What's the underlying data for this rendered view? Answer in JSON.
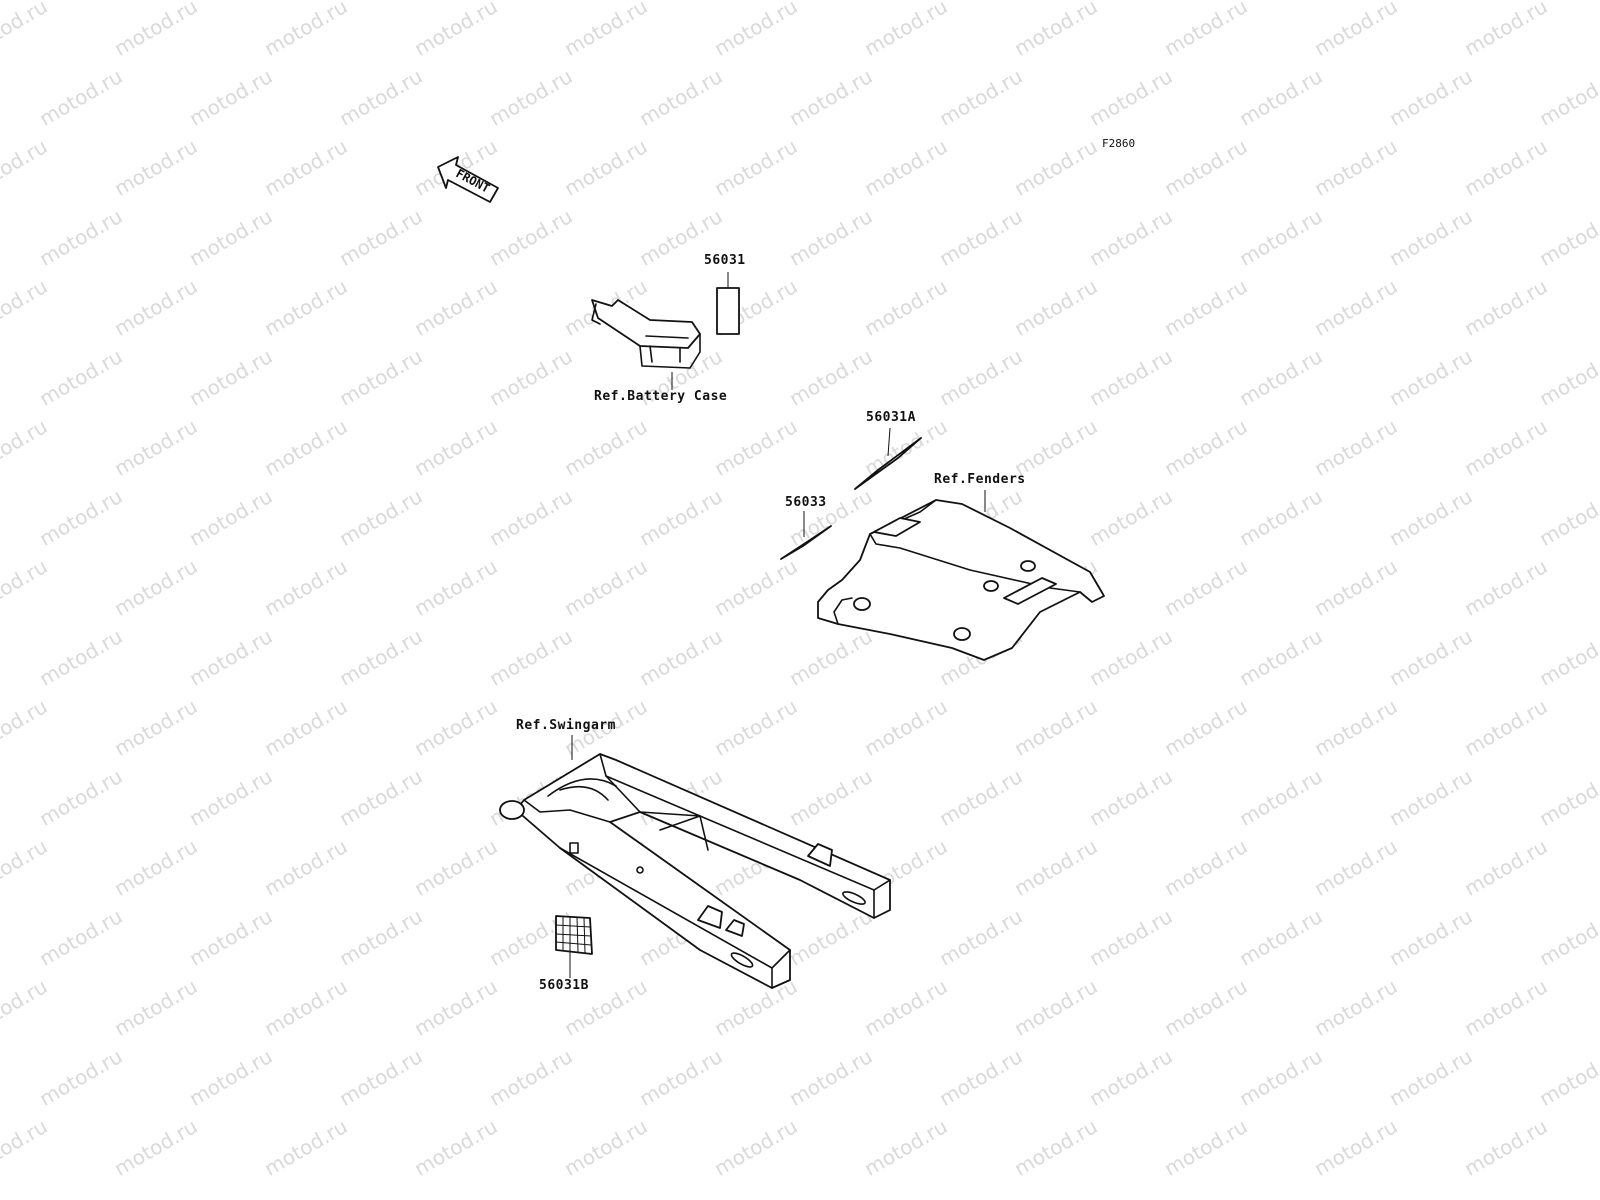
{
  "diagram_code": "F2860",
  "front_label": "FRONT",
  "watermark": "motod.ru",
  "labels": {
    "part_56031": "56031",
    "ref_battery_case": "Ref.Battery Case",
    "part_56031A": "56031A",
    "ref_fenders": "Ref.Fenders",
    "part_56033": "56033",
    "ref_swingarm": "Ref.Swingarm",
    "part_56031B": "56031B"
  }
}
